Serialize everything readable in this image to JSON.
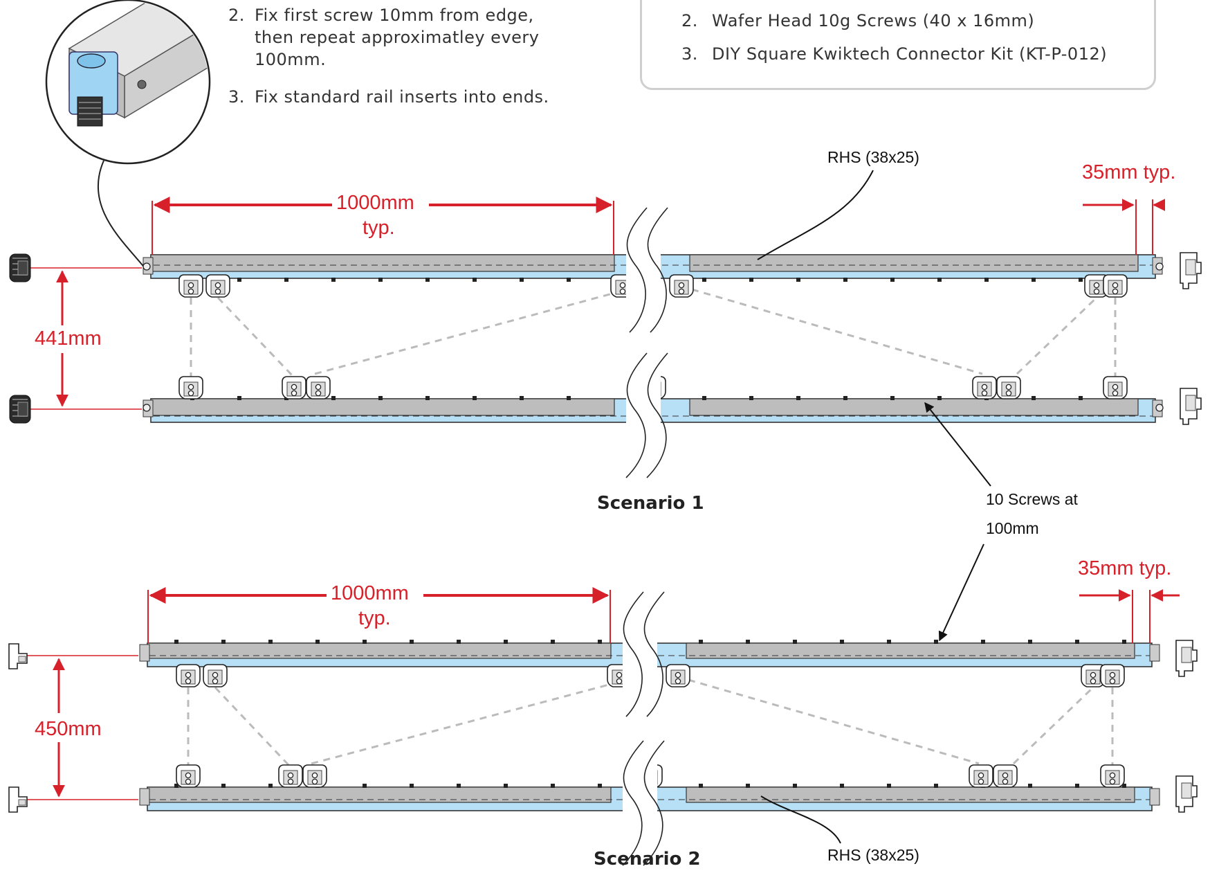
{
  "instructions": [
    {
      "number": "2.",
      "lines": [
        "Fix first screw 10mm from edge,",
        "then repeat approximatley every",
        "100mm."
      ]
    },
    {
      "number": "3.",
      "lines": [
        "Fix standard rail inserts into ends."
      ]
    }
  ],
  "components": [
    {
      "number": "2.",
      "text": "Wafer Head 10g Screws (40 x 16mm)"
    },
    {
      "number": "3.",
      "text": "DIY Square Kwiktech Connector Kit (KT-P-012)"
    }
  ],
  "scenario1": {
    "caption": "Scenario 1",
    "span_dimension_line1": "1000mm",
    "span_dimension_line2": "typ.",
    "end_dimension": "35mm typ.",
    "rail_spacing": "441mm",
    "rhs_label": "RHS (38x25)"
  },
  "scenario2": {
    "caption": "Scenario 2",
    "span_dimension_line1": "1000mm",
    "span_dimension_line2": "typ.",
    "end_dimension": "35mm typ.",
    "rail_spacing": "450mm",
    "rhs_label": "RHS (38x25)"
  },
  "screws_label_line1": "10 Screws at",
  "screws_label_line2": "100mm",
  "colors": {
    "dimension_red": "#d7212a",
    "rail_blue": "#b7e0f6",
    "rhs_grey": "#bdbdbd",
    "brace_dash": "#bbbbbb",
    "outline": "#333333"
  }
}
